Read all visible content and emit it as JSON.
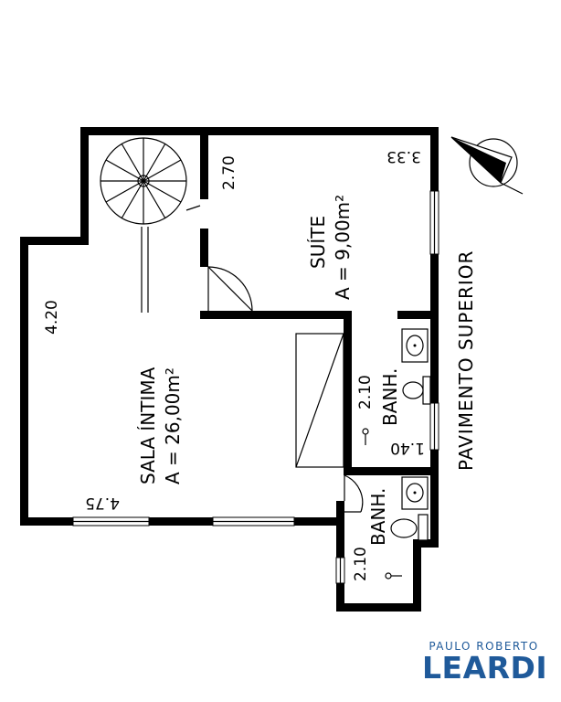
{
  "rooms": {
    "suite_name": "SUÍTE",
    "suite_area": "A = 9,00m²",
    "sala_name": "SALA ÍNTIMA",
    "sala_area": "A = 26,00m²",
    "banh1": "BANH.",
    "banh2": "BANH."
  },
  "dimensions": {
    "d_270": "2.70",
    "d_333": "3.33",
    "d_420": "4.20",
    "d_475": "4.75",
    "d_210_a": "2.10",
    "d_140": "1.40",
    "d_210_b": "2.10"
  },
  "plan_title": "PAVIMENTO SUPERIOR",
  "brand": {
    "top": "PAULO ROBERTO",
    "main": "LEARDI",
    "color": "#1f5a9a"
  },
  "icons": [
    "north-arrow-icon",
    "spiral-stair-icon",
    "toilet-icon",
    "sink-icon",
    "shower-icon"
  ]
}
